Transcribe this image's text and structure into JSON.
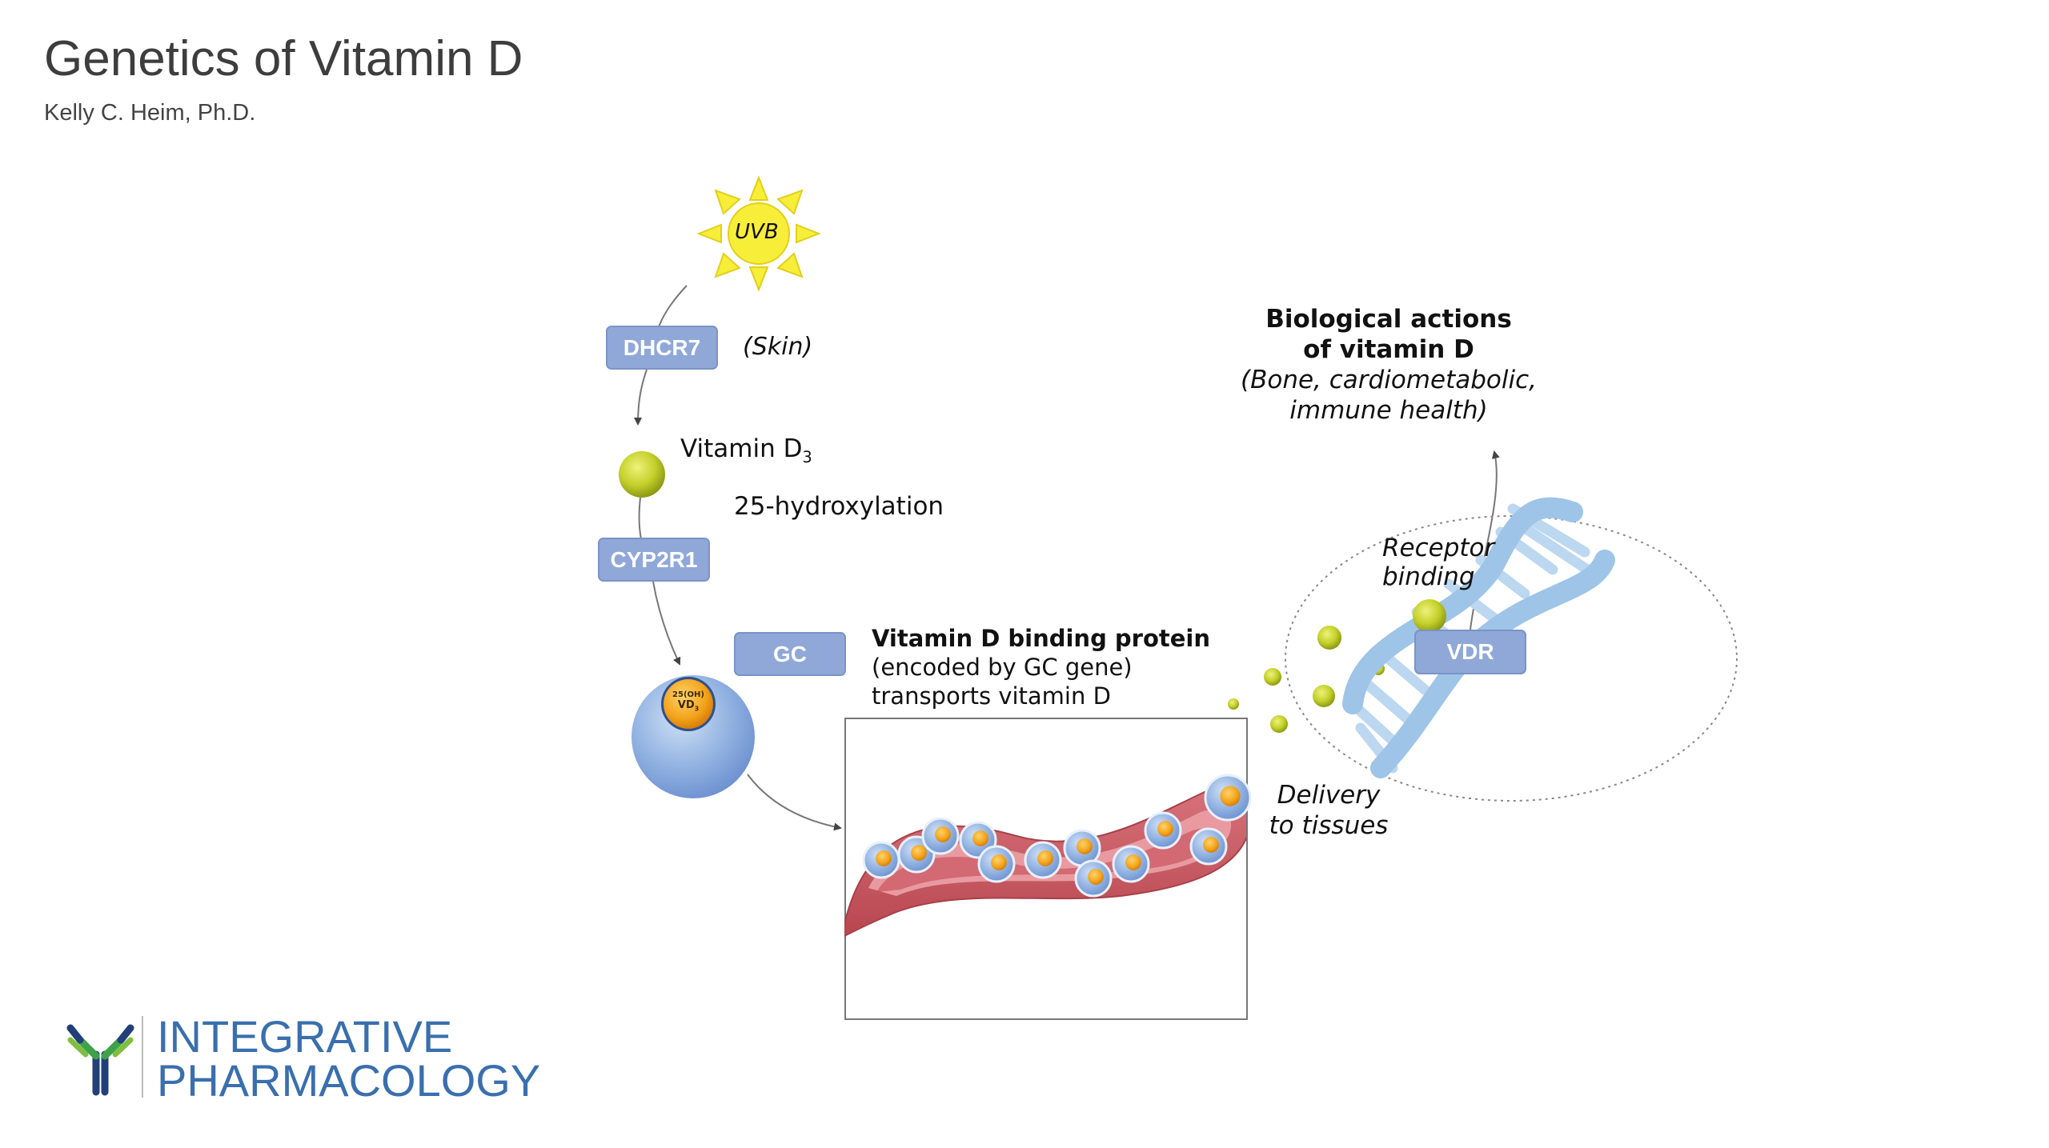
{
  "slide": {
    "title": "Genetics of Vitamin D",
    "author": "Kelly C. Heim, Ph.D."
  },
  "diagram": {
    "sun_label": "UVB",
    "genes": {
      "dhcr7": "DHCR7",
      "cyp2r1": "CYP2R1",
      "gc": "GC",
      "vdr": "VDR"
    },
    "skin_label": "(Skin)",
    "vitamin_d3": {
      "base": "Vitamin D",
      "subscript": "3"
    },
    "hydroxylation": "25-hydroxylation",
    "bound_vd": {
      "top": "25(OH)",
      "main": "VD",
      "subscript": "3"
    },
    "binding_protein": {
      "heading": "Vitamin D binding protein",
      "line1": "(encoded by GC gene)",
      "line2": "transports vitamin D"
    },
    "delivery": {
      "line1": "Delivery",
      "line2": "to tissues"
    },
    "receptor": {
      "line1": "Receptor",
      "line2": "binding"
    },
    "actions": {
      "line1": "Biological actions",
      "line2": "of vitamin D",
      "line3": "(Bone, cardiometabolic,",
      "line4": "immune health)"
    },
    "colors": {
      "gene_box": "#8fa8d8",
      "sun": "#f7ee3a",
      "vitamin": "#c6d22c",
      "dna": "#a9cbea",
      "vessel": "#c9575f",
      "brand": "#3a6fae"
    }
  },
  "logo": {
    "line1": "INTEGRATIVE",
    "line2": "PHARMACOLOGY",
    "icon": "antibody-icon"
  }
}
